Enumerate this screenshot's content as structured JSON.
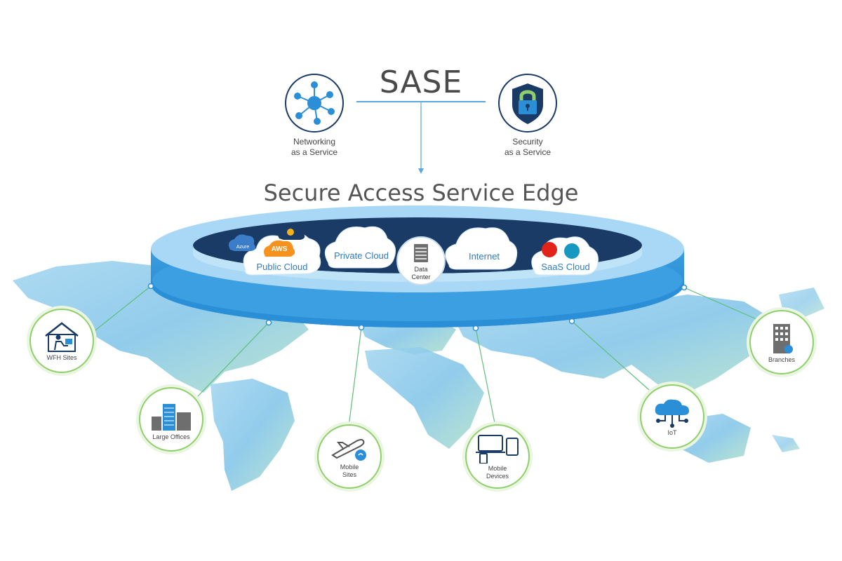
{
  "header": {
    "title": "SASE",
    "subtitle": "Secure Access Service Edge",
    "left_service": {
      "line1": "Networking",
      "line2": "as a Service",
      "icon": "network-hub-icon"
    },
    "right_service": {
      "line1": "Security",
      "line2": "as a Service",
      "icon": "padlock-shield-icon"
    }
  },
  "ring_contents": {
    "public_cloud": {
      "label": "Public Cloud",
      "aws_badge": "AWS",
      "azure_badge": "Azure"
    },
    "private_cloud": {
      "label": "Private Cloud"
    },
    "data_center": {
      "line1": "Data",
      "line2": "Center"
    },
    "internet": {
      "label": "Internet"
    },
    "saas_cloud": {
      "label": "SaaS Cloud"
    }
  },
  "endpoints": [
    {
      "label": "WFH Sites",
      "icon": "home-worker-icon"
    },
    {
      "label": "Large Offices",
      "icon": "office-buildings-icon"
    },
    {
      "line1": "Mobile",
      "line2": "Sites",
      "icon": "airplane-icon"
    },
    {
      "line1": "Mobile",
      "line2": "Devices",
      "icon": "devices-icon"
    },
    {
      "label": "IoT",
      "icon": "iot-cloud-icon"
    },
    {
      "label": "Branches",
      "icon": "branch-building-icon"
    }
  ],
  "colors": {
    "ring_top": "#a8d8f5",
    "ring_side": "#2a8fd6",
    "ring_inner": "#1a3b66",
    "map": "#7fc3e8",
    "connector": "#5fbf7a",
    "text": "#4a4a4a"
  }
}
